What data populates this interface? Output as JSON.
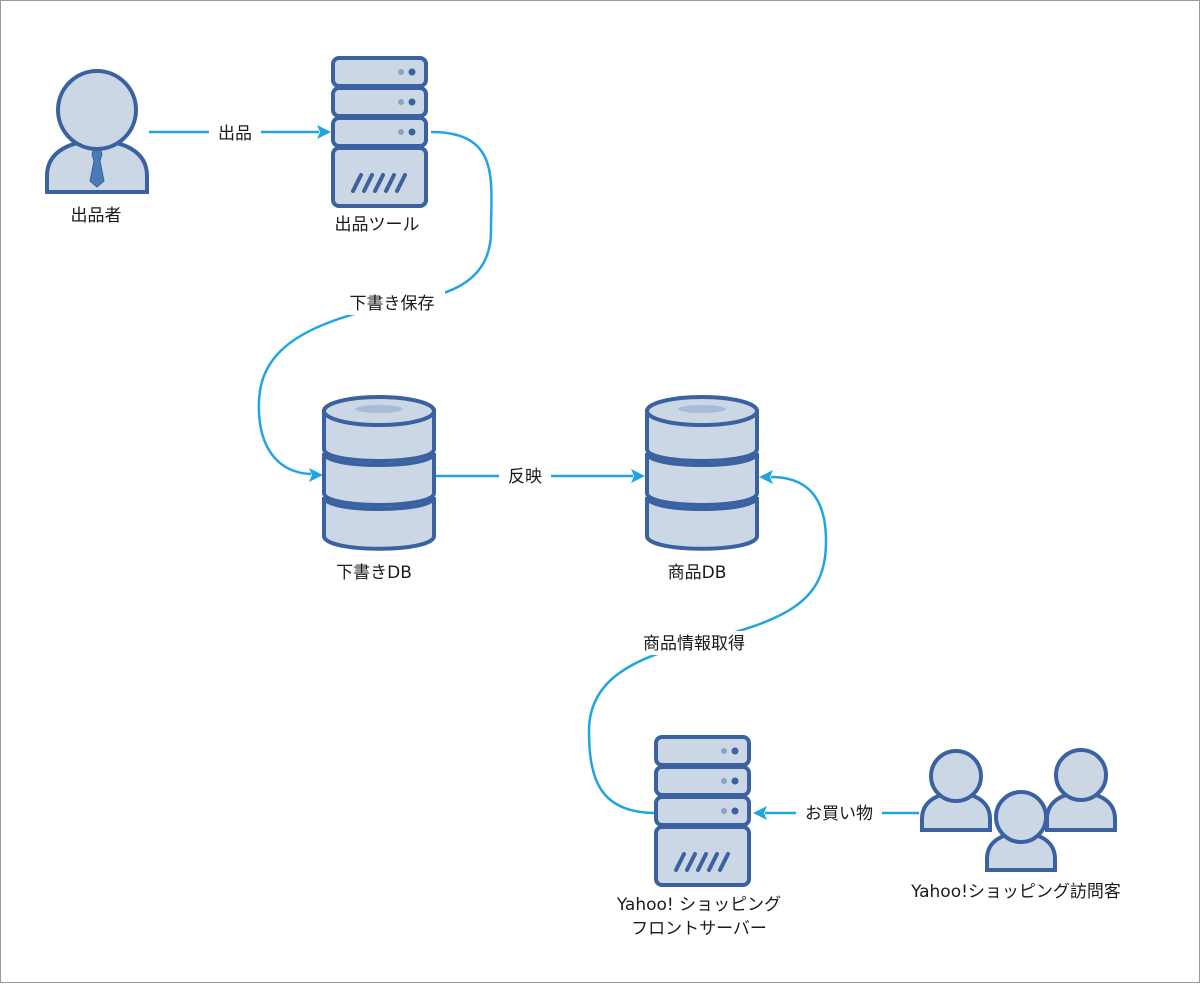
{
  "nodes": {
    "seller": {
      "label": "出品者",
      "icon": "person-icon"
    },
    "listing_tool": {
      "label": "出品ツール",
      "icon": "server-icon"
    },
    "draft_db": {
      "label": "下書きDB",
      "icon": "database-icon"
    },
    "product_db": {
      "label": "商品DB",
      "icon": "database-icon"
    },
    "front_server": {
      "label_line1": "Yahoo! ショッピング",
      "label_line2": "フロントサーバー",
      "icon": "server-icon"
    },
    "visitors": {
      "label": "Yahoo!ショッピング訪問客",
      "icon": "users-group-icon"
    }
  },
  "edges": {
    "seller_to_tool": {
      "label": "出品"
    },
    "tool_to_draft": {
      "label": "下書き保存"
    },
    "draft_to_product": {
      "label": "反映"
    },
    "front_to_product": {
      "label": "商品情報取得"
    },
    "visitors_to_front": {
      "label": "お買い物"
    }
  },
  "colors": {
    "icon_stroke": "#3a62a0",
    "icon_fill": "#ccd7e6",
    "edge": "#1fa6e0"
  }
}
